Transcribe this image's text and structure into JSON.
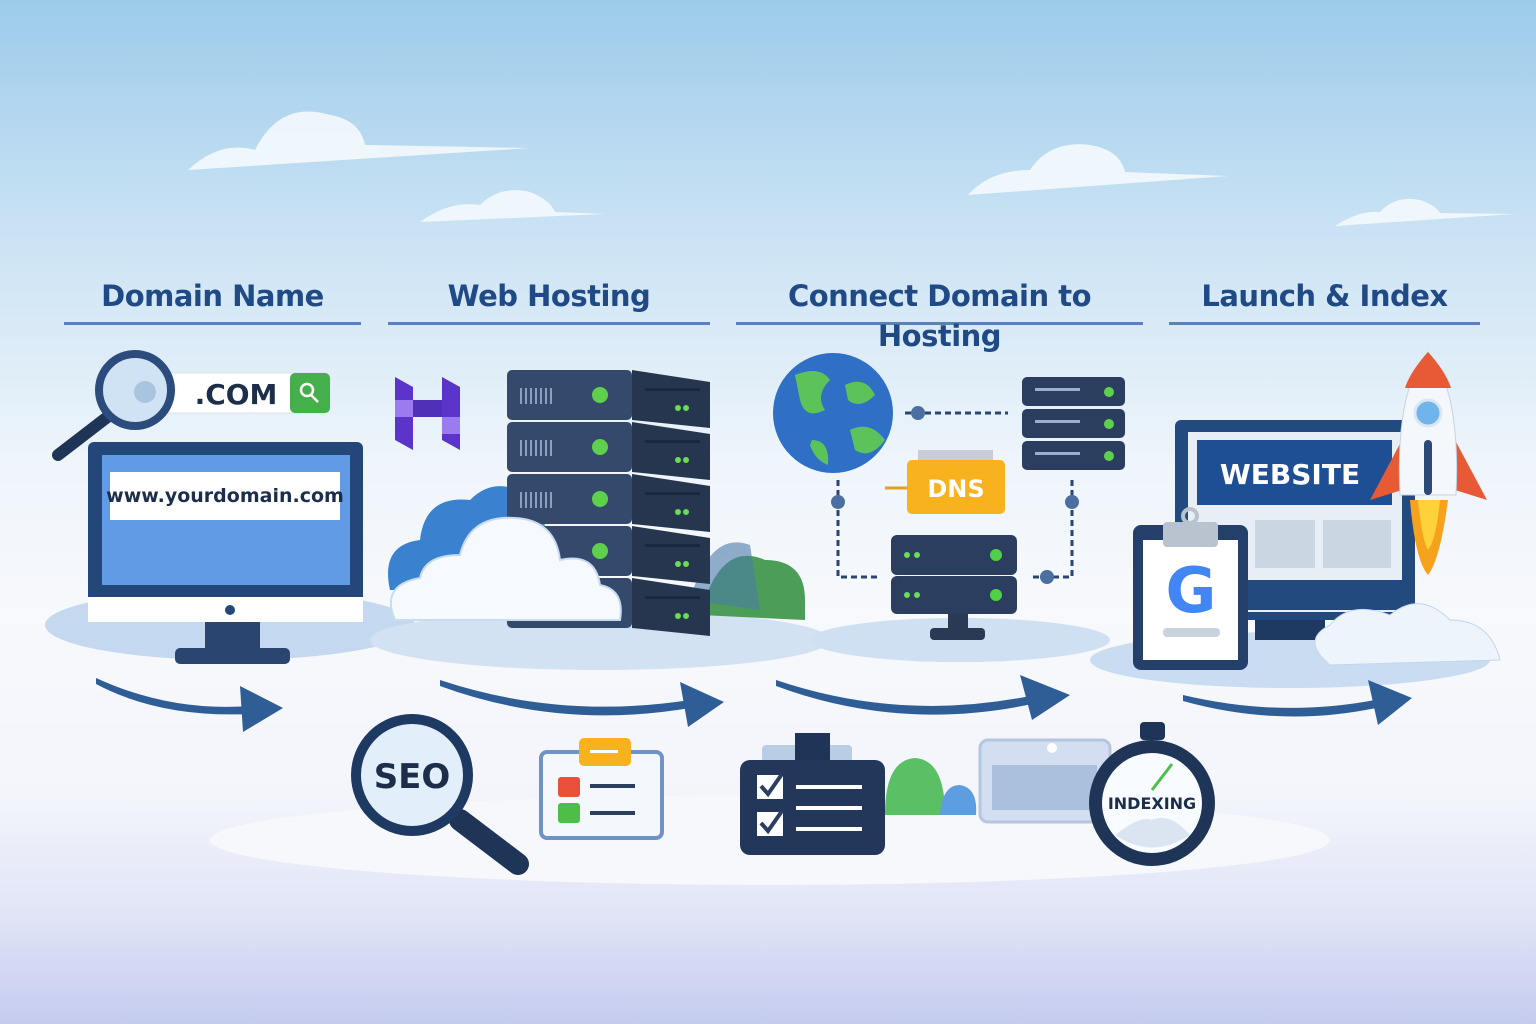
{
  "steps": [
    {
      "title": "Domain Name"
    },
    {
      "title": "Web Hosting"
    },
    {
      "title": "Connect Domain to Hosting"
    },
    {
      "title": "Launch & Index"
    }
  ],
  "domain": {
    "tld": ".COM",
    "url": "www.yourdomain.com"
  },
  "connect": {
    "dns_label": "DNS"
  },
  "launch": {
    "website_label": "WEBSITE",
    "google_letter": "G"
  },
  "bottom": {
    "seo_label": "SEO",
    "indexing_label": "INDEXING"
  },
  "colors": {
    "heading": "#1f4a86",
    "navy": "#2c3e5f",
    "green": "#5fce4a",
    "orange": "#f5b41c",
    "purple": "#6a3fd6",
    "arrow": "#2f5d95"
  }
}
